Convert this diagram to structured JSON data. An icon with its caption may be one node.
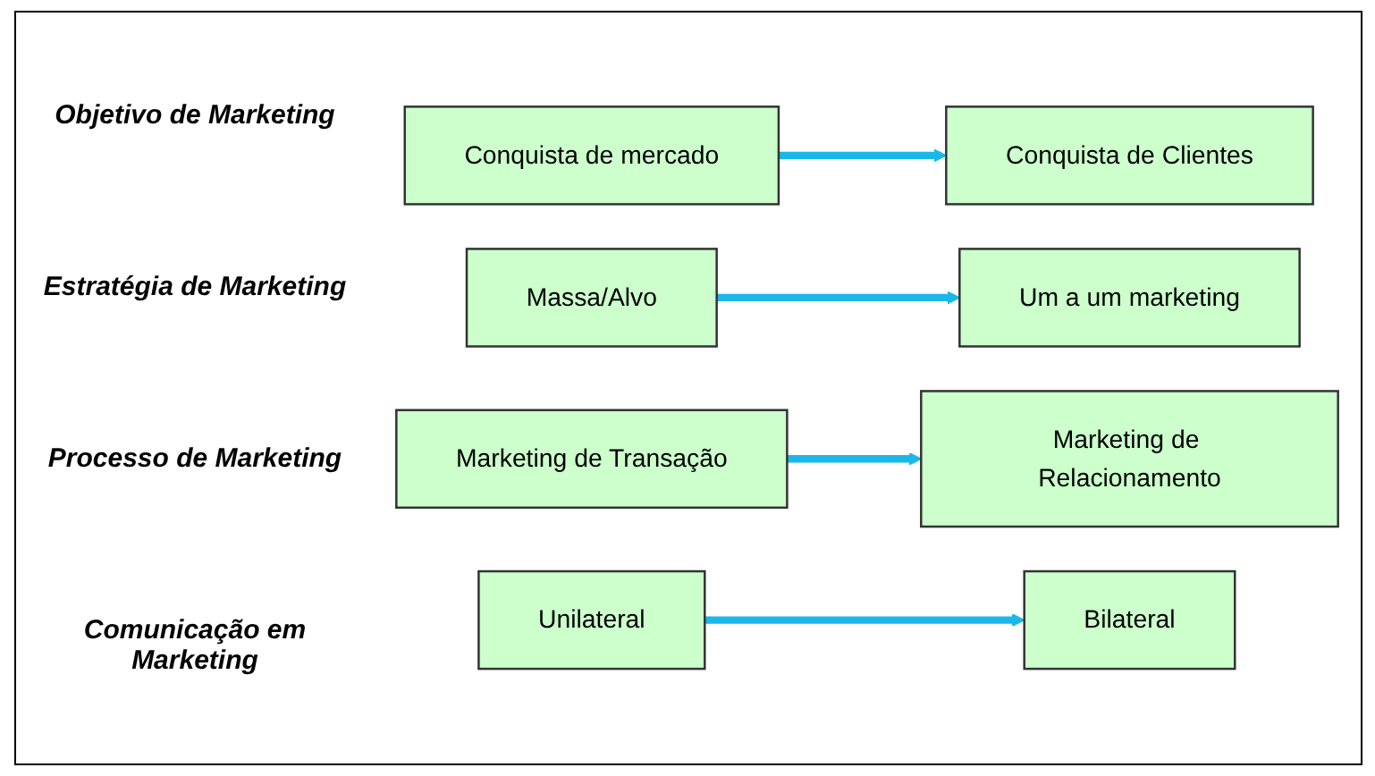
{
  "diagram": {
    "nodes": [
      {
        "text": [
          "Conquista de mercado"
        ]
      },
      {
        "text": [
          "Conquista de Clientes"
        ]
      },
      {
        "text": [
          "Massa/Alvo"
        ]
      },
      {
        "text": [
          "Um a um marketing"
        ]
      },
      {
        "text": [
          "Marketing de Transação"
        ]
      },
      {
        "text": [
          "Marketing de Relacionamento"
        ]
      },
      {
        "text": [
          "Unilateral"
        ]
      },
      {
        "text": [
          "Bilateral"
        ]
      }
    ],
    "edges": [
      {
        "from": 0,
        "to": 1,
        "arrow": "to"
      },
      {
        "from": 2,
        "to": 3,
        "arrow": "to"
      },
      {
        "from": 4,
        "to": 5,
        "arrow": "to"
      },
      {
        "from": 6,
        "to": 7,
        "arrow": "to"
      }
    ],
    "labels": [
      "Objetivo de Marketing",
      "Estratégia de Marketing",
      "Processo de Marketing",
      "Comunicação em Marketing"
    ]
  }
}
